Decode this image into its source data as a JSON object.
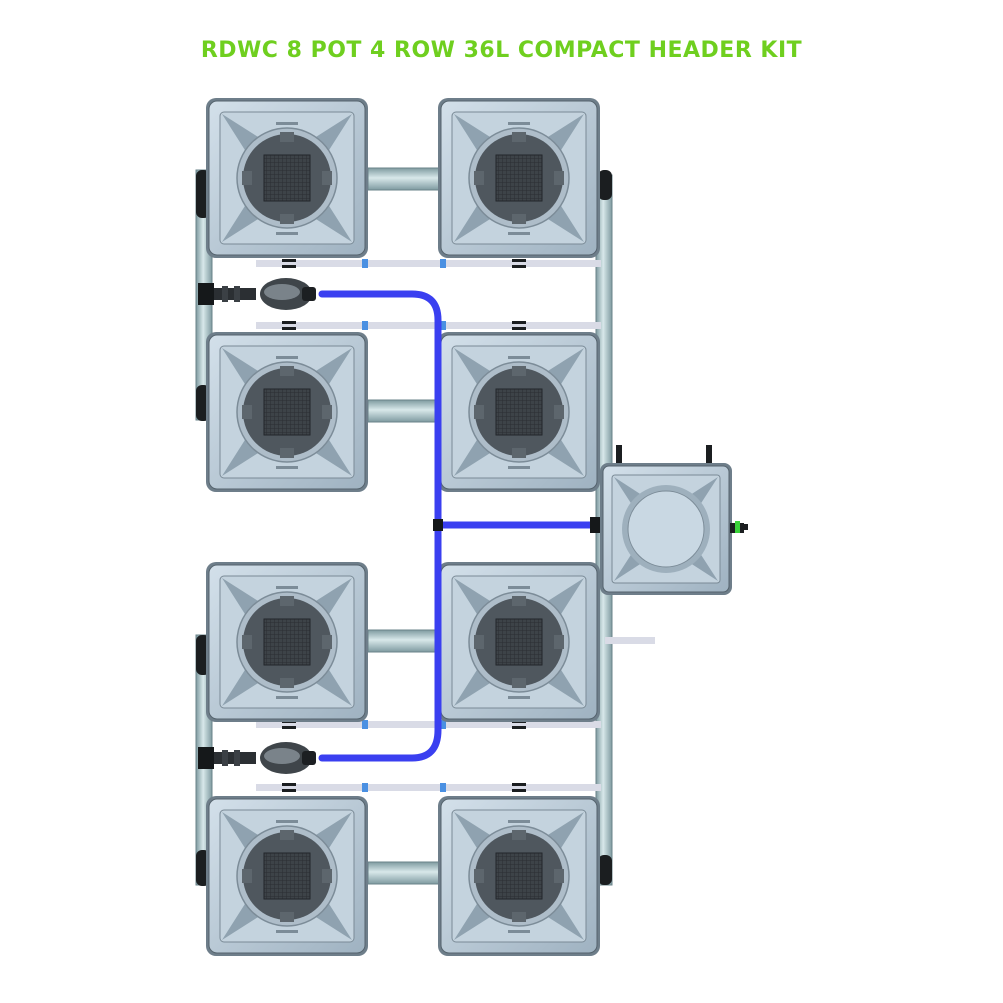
{
  "title": "RDWC 8 POT 4 ROW 36L COMPACT HEADER KIT",
  "colors": {
    "title": "#6fcf1f",
    "pot_body": "#b8c9d6",
    "pot_dark": "#4a5158",
    "pipe": "#a9c2c6",
    "blue_hose": "#3a3ff0",
    "inlet_green": "#3ad23a"
  },
  "components": {
    "pots": [
      {
        "id": "pot-1",
        "row": 1,
        "col": 1
      },
      {
        "id": "pot-2",
        "row": 1,
        "col": 2
      },
      {
        "id": "pot-3",
        "row": 2,
        "col": 1
      },
      {
        "id": "pot-4",
        "row": 2,
        "col": 2
      },
      {
        "id": "pot-5",
        "row": 3,
        "col": 1
      },
      {
        "id": "pot-6",
        "row": 3,
        "col": 2
      },
      {
        "id": "pot-7",
        "row": 4,
        "col": 1
      },
      {
        "id": "pot-8",
        "row": 4,
        "col": 2
      }
    ],
    "header_tank": {
      "id": "header-tank"
    },
    "pumps": [
      {
        "id": "pump-upper"
      },
      {
        "id": "pump-lower"
      }
    ]
  }
}
